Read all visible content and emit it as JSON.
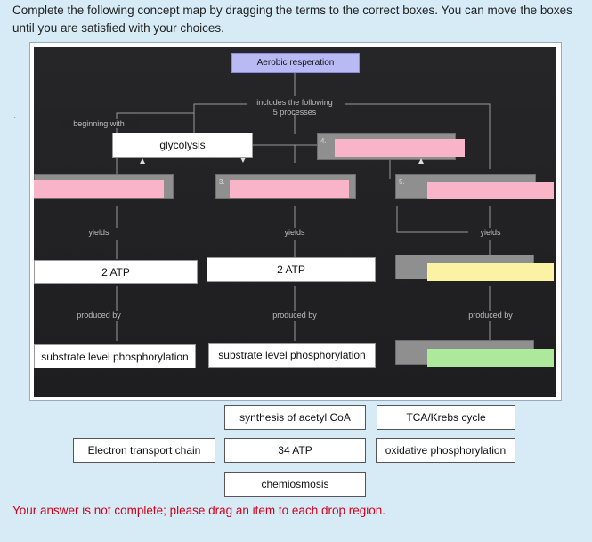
{
  "instructions": "Complete the following concept map by dragging the terms to the correct boxes. You can move the boxes until you are satisfied with your choices.",
  "map": {
    "title": "Aerobic resperation",
    "includes_line1": "includes the following",
    "includes_line2": "5 processes",
    "beginning_with": "beginning with",
    "yields": "yields",
    "produced_by": "produced by",
    "slot_numbers": [
      "3.",
      "4.",
      "5."
    ],
    "placed": {
      "glycolysis": "glycolysis",
      "atp_left": "2 ATP",
      "atp_mid": "2 ATP",
      "substrate_left": "substrate level phosphorylation",
      "substrate_mid": "substrate level phosphorylation"
    }
  },
  "terms": {
    "synthesis": "synthesis of acetyl CoA",
    "tca": "TCA/Krebs cycle",
    "etc": "Electron transport chain",
    "atp34": "34 ATP",
    "oxidative": "oxidative phosphorylation",
    "chemiosmosis": "chemiosmosis"
  },
  "error_message": "Your answer is not complete; please drag an item to each drop region.",
  "colors": {
    "drop_pink": "#f9b4c9",
    "drop_yellow": "#fbf2a3",
    "drop_green": "#aee89a",
    "error": "#d0021b"
  }
}
